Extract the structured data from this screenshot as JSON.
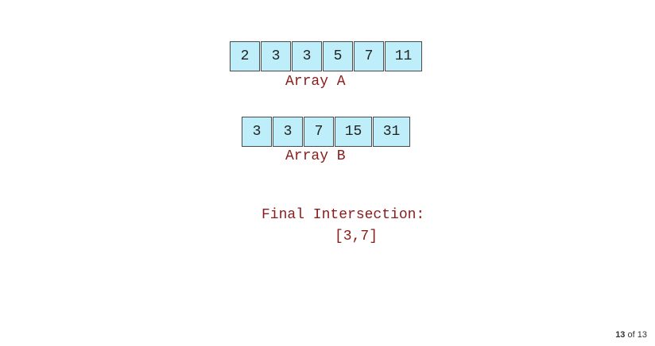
{
  "array_a": {
    "values": [
      "2",
      "3",
      "3",
      "5",
      "7",
      "11"
    ],
    "label": "Array A"
  },
  "array_b": {
    "values": [
      "3",
      "3",
      "7",
      "15",
      "31"
    ],
    "label": "Array B"
  },
  "result": {
    "label": "Final Intersection:",
    "value": "[3,7]"
  },
  "pager": {
    "current": "13",
    "separator": "of",
    "total": "13"
  },
  "colors": {
    "cell_fill": "#bfeefb",
    "cell_border": "#4a4a4a",
    "caption_text": "#8b1a1a"
  }
}
